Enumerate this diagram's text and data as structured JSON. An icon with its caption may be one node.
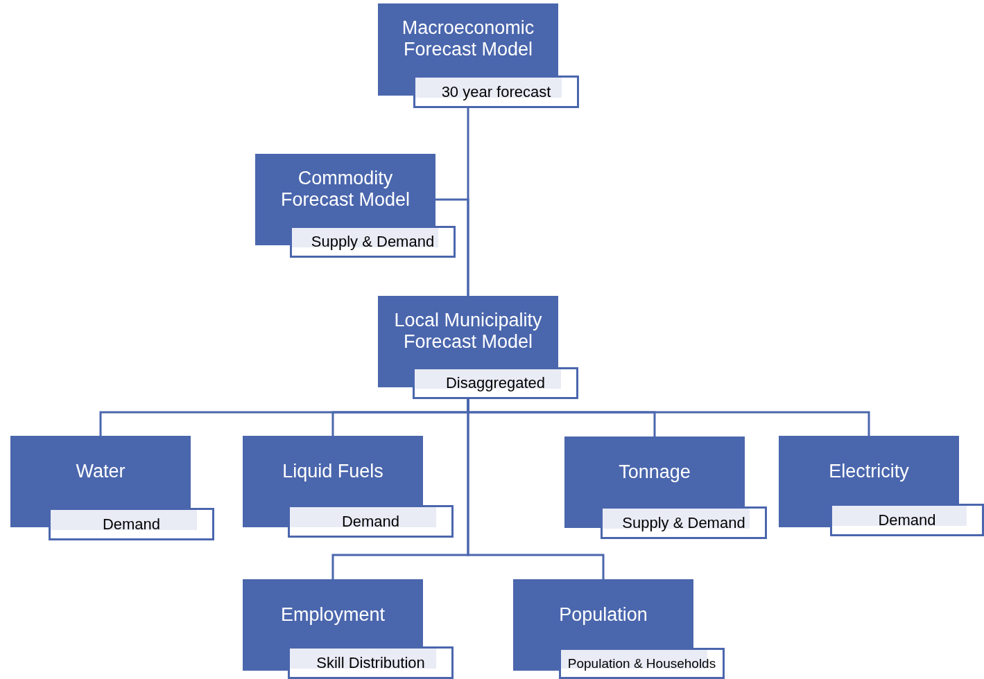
{
  "diagram": {
    "nodes": [
      {
        "text": [
          "Macroeconomic Forecast Model"
        ]
      },
      {
        "text": [
          "30 year forecast"
        ]
      },
      {
        "text": [
          "Commodity Forecast Model"
        ]
      },
      {
        "text": [
          "Supply & Demand"
        ]
      },
      {
        "text": [
          "Local Municipality Forecast Model"
        ]
      },
      {
        "text": [
          "Disaggregated"
        ]
      },
      {
        "text": [
          "Water"
        ]
      },
      {
        "text": [
          "Demand"
        ]
      },
      {
        "text": [
          "Liquid Fuels"
        ]
      },
      {
        "text": [
          "Demand"
        ]
      },
      {
        "text": [
          "Tonnage"
        ]
      },
      {
        "text": [
          "Supply & Demand"
        ]
      },
      {
        "text": [
          "Electricity"
        ]
      },
      {
        "text": [
          "Demand"
        ]
      },
      {
        "text": [
          "Employment"
        ]
      },
      {
        "text": [
          "Skill Distribution"
        ]
      },
      {
        "text": [
          "Population"
        ]
      },
      {
        "text": [
          "Population & Households"
        ]
      }
    ],
    "edges": [
      {
        "from": 1,
        "to": 4,
        "arrow": "none"
      },
      {
        "from": 2,
        "to": 4,
        "arrow": "none"
      },
      {
        "from": 5,
        "to": 6,
        "arrow": "none"
      },
      {
        "from": 5,
        "to": 8,
        "arrow": "none"
      },
      {
        "from": 5,
        "to": 10,
        "arrow": "none"
      },
      {
        "from": 5,
        "to": 12,
        "arrow": "none"
      },
      {
        "from": 5,
        "to": 14,
        "arrow": "none"
      },
      {
        "from": 5,
        "to": 16,
        "arrow": "none"
      }
    ]
  }
}
